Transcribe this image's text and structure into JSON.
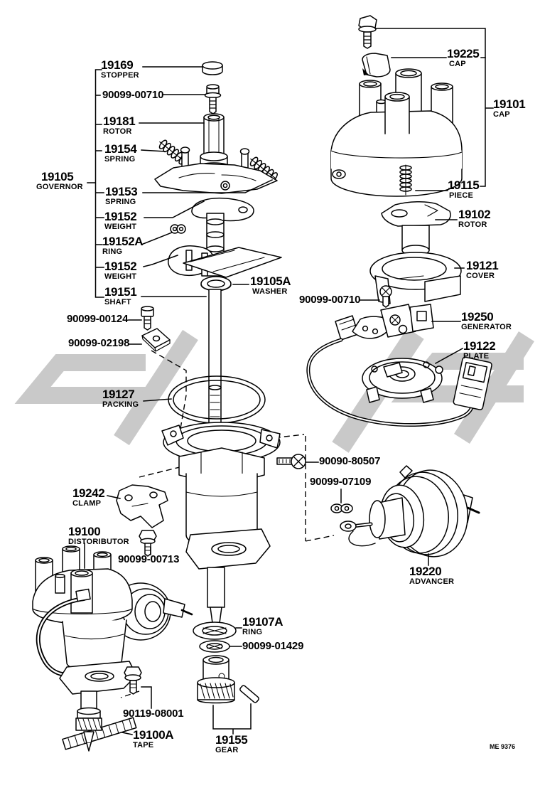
{
  "document": {
    "type": "exploded-parts-diagram",
    "subject": "distributor assembly",
    "footer_code": "ME 9376"
  },
  "colors": {
    "ink": "#000000",
    "paper": "#ffffff",
    "watermark": "#c9c9c9"
  },
  "labels": [
    {
      "number": "19169",
      "name": "STOPPER"
    },
    {
      "number": "90099-00710"
    },
    {
      "number": "19181",
      "name": "ROTOR"
    },
    {
      "number": "19154",
      "name": "SPRING"
    },
    {
      "number": "19105",
      "name": "GOVERNOR"
    },
    {
      "number": "19153",
      "name": "SPRING"
    },
    {
      "number": "19152",
      "name": "WEIGHT"
    },
    {
      "number": "19152A",
      "name": "RING"
    },
    {
      "number": "19152",
      "name": "WEIGHT"
    },
    {
      "number": "19151",
      "name": "SHAFT"
    },
    {
      "number": "19105A",
      "name": "WASHER"
    },
    {
      "number": "90099-00124"
    },
    {
      "number": "90099-02198"
    },
    {
      "number": "19127",
      "name": "PACKING"
    },
    {
      "number": "19242",
      "name": "CLAMP"
    },
    {
      "number": "19100",
      "name": "DISTORIBUTOR"
    },
    {
      "number": "90099-00713"
    },
    {
      "number": "90090-80507"
    },
    {
      "number": "90099-07109"
    },
    {
      "number": "19220",
      "name": "ADVANCER"
    },
    {
      "number": "19107A",
      "name": "RING"
    },
    {
      "number": "90099-01429"
    },
    {
      "number": "90119-08001"
    },
    {
      "number": "19100A",
      "name": "TAPE"
    },
    {
      "number": "19155",
      "name": "GEAR"
    },
    {
      "number": "19225",
      "name": "CAP"
    },
    {
      "number": "19101",
      "name": "CAP"
    },
    {
      "number": "19115",
      "name": "PIECE"
    },
    {
      "number": "19102",
      "name": "ROTOR"
    },
    {
      "number": "19121",
      "name": "COVER"
    },
    {
      "number": "90099-00710"
    },
    {
      "number": "19250",
      "name": "GENERATOR"
    },
    {
      "number": "19122",
      "name": "PLATE"
    }
  ]
}
